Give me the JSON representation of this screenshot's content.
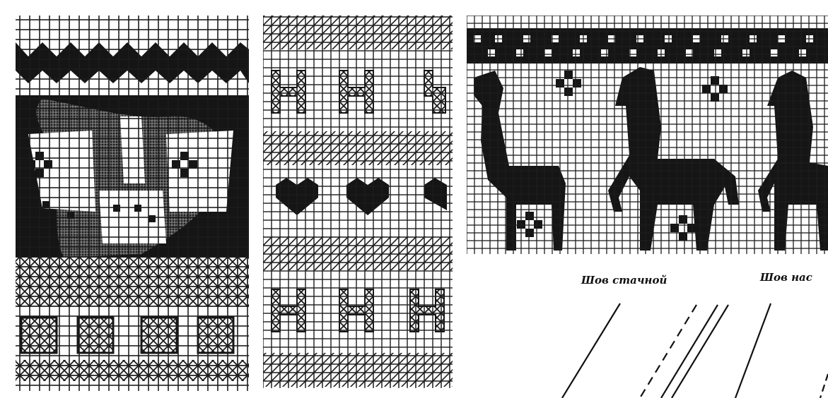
{
  "colors": {
    "paper": "#ffffff",
    "ink": "#121212",
    "grid": "#1c1c1c",
    "halftone": "#2a2a2a"
  },
  "panels": [
    {
      "id": "swan-chart",
      "motifs": [
        "zigzag-band",
        "swan-bird",
        "flower-pattern",
        "wave-border"
      ]
    },
    {
      "id": "deer-heart-chart",
      "motifs": [
        "deer-figures",
        "hearts",
        "hatched-stripes"
      ]
    },
    {
      "id": "horse-chart",
      "motifs": [
        "dash-border",
        "horses",
        "diamond-motifs"
      ]
    }
  ],
  "seam_labels": {
    "stitched_seam": "Шов стачной",
    "overlap_seam": "Шов нас"
  }
}
